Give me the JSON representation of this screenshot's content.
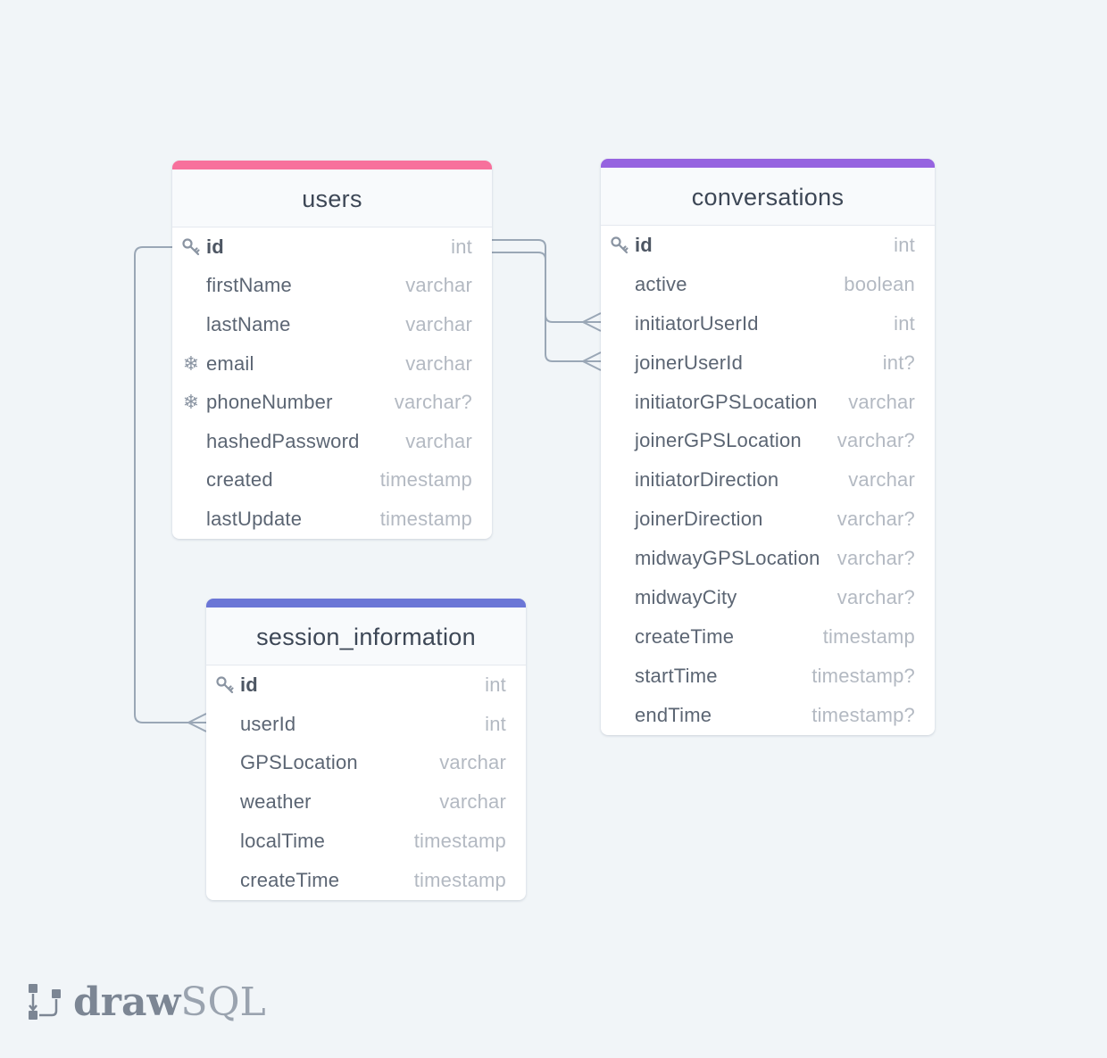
{
  "tables": {
    "users": {
      "name": "users",
      "accent": "#f7709c",
      "columns": [
        {
          "name": "id",
          "type": "int",
          "icon": "key-icon",
          "pk": true
        },
        {
          "name": "firstName",
          "type": "varchar"
        },
        {
          "name": "lastName",
          "type": "varchar"
        },
        {
          "name": "email",
          "type": "varchar",
          "icon": "unique-icon"
        },
        {
          "name": "phoneNumber",
          "type": "varchar?",
          "icon": "unique-icon"
        },
        {
          "name": "hashedPassword",
          "type": "varchar"
        },
        {
          "name": "created",
          "type": "timestamp"
        },
        {
          "name": "lastUpdate",
          "type": "timestamp"
        }
      ]
    },
    "conversations": {
      "name": "conversations",
      "accent": "#9663e0",
      "columns": [
        {
          "name": "id",
          "type": "int",
          "icon": "key-icon",
          "pk": true
        },
        {
          "name": "active",
          "type": "boolean"
        },
        {
          "name": "initiatorUserId",
          "type": "int"
        },
        {
          "name": "joinerUserId",
          "type": "int?"
        },
        {
          "name": "initiatorGPSLocation",
          "type": "varchar"
        },
        {
          "name": "joinerGPSLocation",
          "type": "varchar?"
        },
        {
          "name": "initiatorDirection",
          "type": "varchar"
        },
        {
          "name": "joinerDirection",
          "type": "varchar?"
        },
        {
          "name": "midwayGPSLocation",
          "type": "varchar?"
        },
        {
          "name": "midwayCity",
          "type": "varchar?"
        },
        {
          "name": "createTime",
          "type": "timestamp"
        },
        {
          "name": "startTime",
          "type": "timestamp?"
        },
        {
          "name": "endTime",
          "type": "timestamp?"
        }
      ]
    },
    "session_information": {
      "name": "session_information",
      "accent": "#6b76d6",
      "columns": [
        {
          "name": "id",
          "type": "int",
          "icon": "key-icon",
          "pk": true
        },
        {
          "name": "userId",
          "type": "int"
        },
        {
          "name": "GPSLocation",
          "type": "varchar"
        },
        {
          "name": "weather",
          "type": "varchar"
        },
        {
          "name": "localTime",
          "type": "timestamp"
        },
        {
          "name": "createTime",
          "type": "timestamp"
        }
      ]
    }
  },
  "connector_color": "#9aa7b6",
  "relationships": [
    {
      "from": "users.id",
      "to": "conversations.initiatorUserId",
      "cardinality": "one-to-many"
    },
    {
      "from": "users.id",
      "to": "conversations.joinerUserId",
      "cardinality": "one-to-many"
    },
    {
      "from": "users.id",
      "to": "session_information.userId",
      "cardinality": "one-to-many"
    }
  ],
  "brand": {
    "part_a": "draw",
    "part_b": "SQL",
    "icon": "drawsql-logo-icon"
  }
}
